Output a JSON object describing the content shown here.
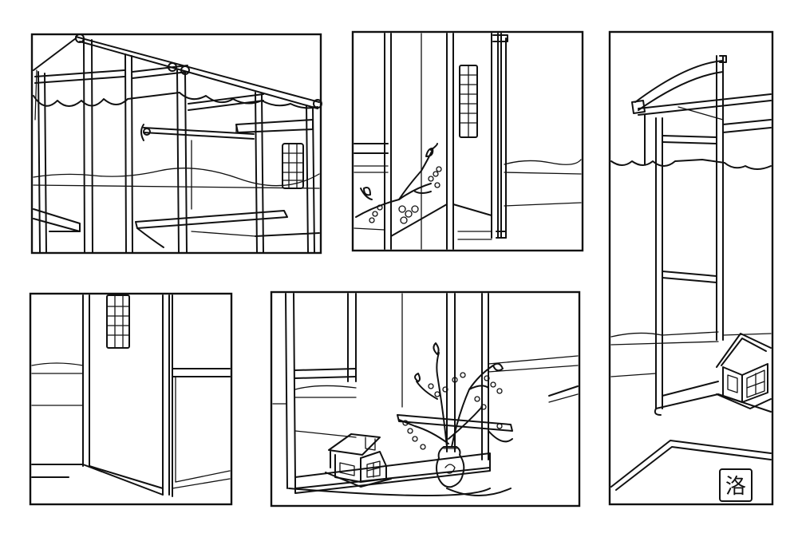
{
  "page": {
    "background": "#ffffff",
    "ink": "#111111"
  },
  "panels": [
    {
      "name": "panel-1-room-framework"
    },
    {
      "name": "panel-2-doorway-branch"
    },
    {
      "name": "panel-3-canopy-house"
    },
    {
      "name": "panel-4-corridor"
    },
    {
      "name": "panel-5-alcove-vase"
    }
  ],
  "seal": {
    "glyph": "洛"
  }
}
